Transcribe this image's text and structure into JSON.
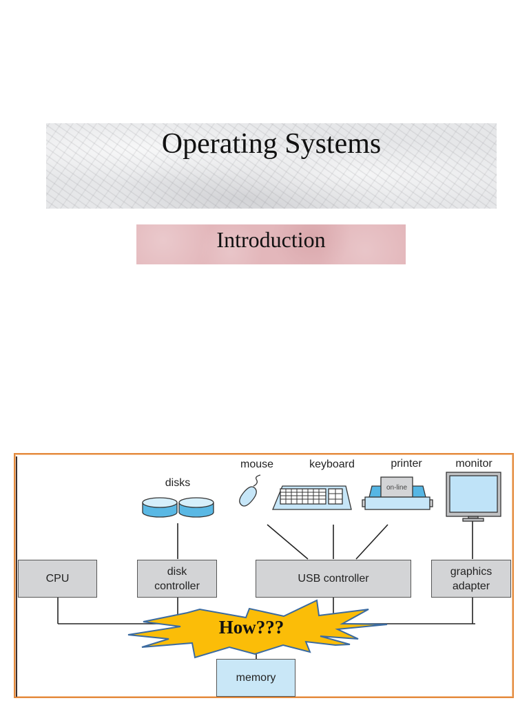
{
  "slide": {
    "title": "Operating Systems",
    "subtitle": "Introduction"
  },
  "diagram": {
    "devices": {
      "disks": "disks",
      "mouse": "mouse",
      "keyboard": "keyboard",
      "printer": "printer",
      "printer_paper": "on-line",
      "monitor": "monitor"
    },
    "components": {
      "cpu": "CPU",
      "disk_controller": "disk\ncontroller",
      "usb_controller": "USB controller",
      "graphics_adapter": "graphics\nadapter",
      "memory": "memory"
    },
    "callout": "How???",
    "colors": {
      "frame_border": "#e48a3c",
      "component_fill": "#d3d4d6",
      "memory_fill": "#c9e7f7",
      "device_fill": "#c6e6f8",
      "burst_fill": "#fbbd08",
      "burst_stroke": "#3a6aa0"
    }
  }
}
